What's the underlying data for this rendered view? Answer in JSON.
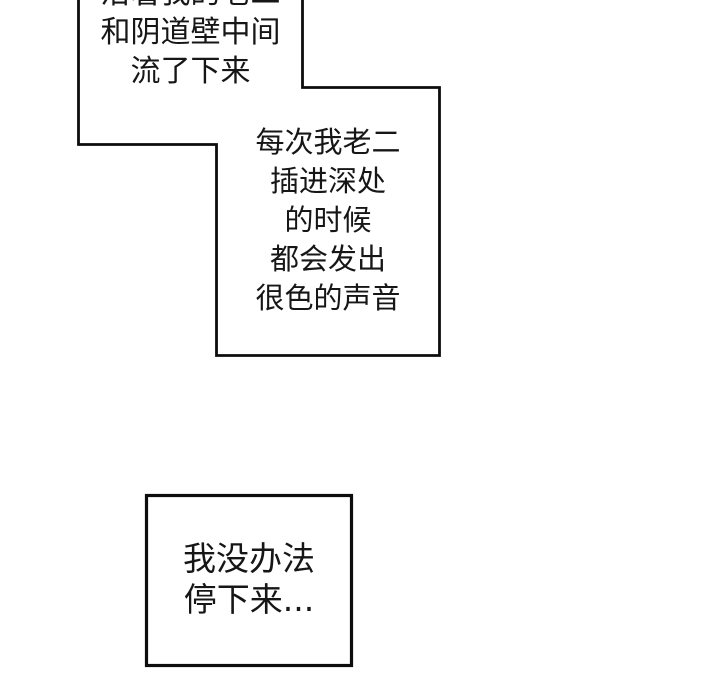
{
  "page": {
    "background_color": "#ffffff",
    "ink_color": "#161616",
    "border_color": "#0d0d0d"
  },
  "speech_boxes": {
    "top_left": {
      "lines": [
        "沿着我的老二",
        "和阴道壁中间",
        "流了下来"
      ]
    },
    "middle": {
      "lines": [
        "每次我老二",
        "插进深处",
        "的时候",
        "都会发出",
        "很色的声音"
      ]
    },
    "bottom": {
      "lines": [
        "我没办法",
        "停下来..."
      ]
    }
  }
}
